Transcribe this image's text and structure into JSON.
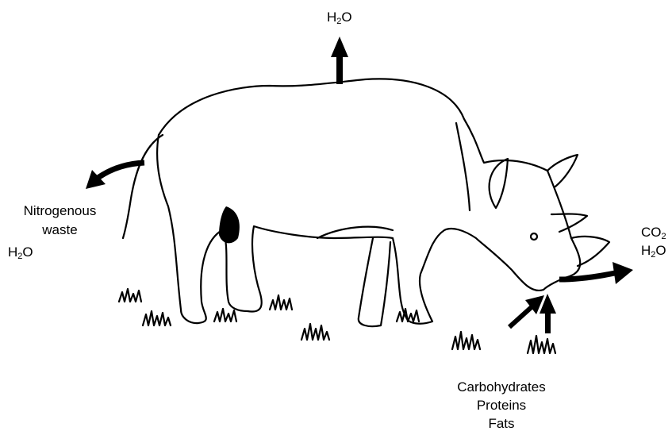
{
  "diagram": {
    "top_output": {
      "base": "H",
      "sub": "2",
      "tail": "O"
    },
    "left_output": {
      "line1": "Nitrogenous",
      "line2": "waste",
      "water": {
        "base": "H",
        "sub": "2",
        "tail": "O"
      }
    },
    "right_output": {
      "co2": {
        "base": "CO",
        "sub": "2"
      },
      "water": {
        "base": "H",
        "sub": "2",
        "tail": "O"
      }
    },
    "inputs": [
      "Carbohydrates",
      "Proteins",
      "Fats"
    ]
  }
}
